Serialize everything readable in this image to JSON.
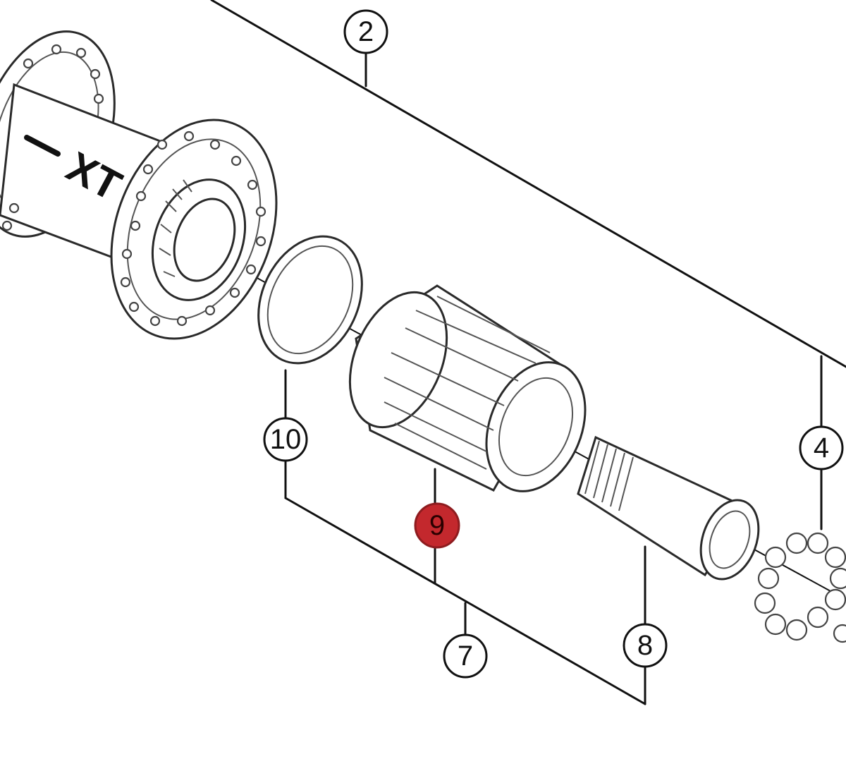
{
  "hub_marking": "XT",
  "highlight_color": "#c3282d",
  "callouts": [
    {
      "id": "2",
      "label": "2",
      "highlighted": false
    },
    {
      "id": "4",
      "label": "4",
      "highlighted": false
    },
    {
      "id": "7",
      "label": "7",
      "highlighted": false
    },
    {
      "id": "8",
      "label": "8",
      "highlighted": false
    },
    {
      "id": "9",
      "label": "9",
      "highlighted": true
    },
    {
      "id": "10",
      "label": "10",
      "highlighted": false
    }
  ]
}
